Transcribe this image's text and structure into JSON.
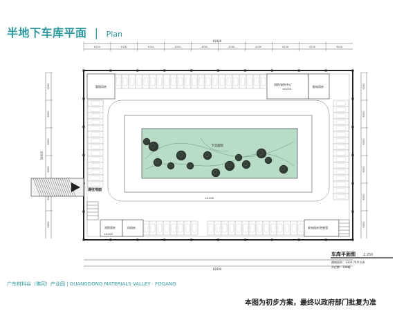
{
  "header": {
    "title_cn": "半地下车库平面",
    "separator": "|",
    "title_en": "Plan"
  },
  "plan": {
    "overall_dimension_top": "81800",
    "overall_dimension_bottom": "81800",
    "top_dimension_segments": [
      "8700",
      "8700",
      "8700",
      "8700",
      "8700",
      "8700",
      "8700",
      "8700",
      "8700",
      "3000"
    ],
    "left_dimension_segments": [
      "1000",
      "8000",
      "8000",
      "8000",
      "8000",
      "6000"
    ],
    "left_overall_dimension": "58000",
    "right_dimension_segments": [
      "1000",
      "8000",
      "8000",
      "8000",
      "8000",
      "6000"
    ],
    "rooms": {
      "management": "管理用房",
      "fire_control": "消防/安防中心",
      "fire_control_level": "±0.000",
      "power": "配电用房",
      "sunken_courtyard": "下沉庭院",
      "entrance": "通往地面",
      "room_bottom_left_1": "消防泵房",
      "room_bottom_left_2": "风机房",
      "room_bottom_right": "发电机房/控制室",
      "level_1": "±0.000",
      "level_2": "±0.000"
    }
  },
  "legend": {
    "title": "车库平面图",
    "scale": "1:250",
    "area_line": "建筑面积：3304.74平方米",
    "parking_line": "车位数：108辆"
  },
  "footer": {
    "text": "广东材料谷（佛冈）产业园 | GUANGDONG MATERIALS VALLEY · FOGANG"
  },
  "note": {
    "text": "本图为初步方案，最终以政府部门批复为准"
  },
  "colors": {
    "accent": "#2a9aa0",
    "courtyard": "#b9dcc6",
    "wall": "#222222"
  }
}
